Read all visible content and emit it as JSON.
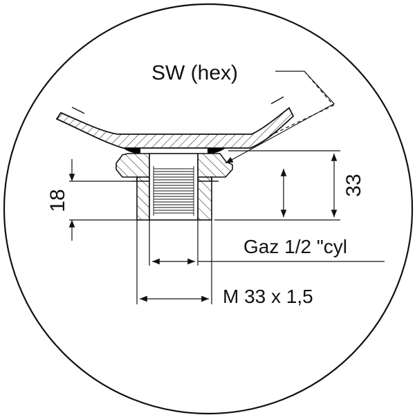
{
  "labels": {
    "hex": "SW (hex)",
    "height_total": "33",
    "height_thread": "18",
    "inner_thread": "Gaz 1/2 \"cyl",
    "outer_thread": "M 33 x 1,5"
  },
  "colors": {
    "stroke": "#111111",
    "background": "#ffffff",
    "weld": "#000000"
  }
}
